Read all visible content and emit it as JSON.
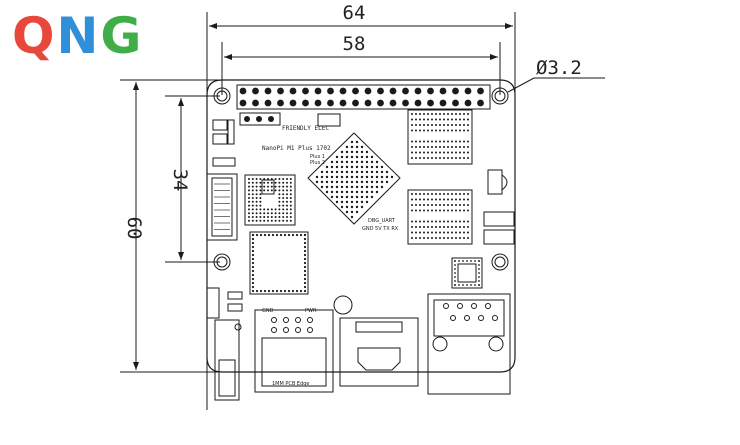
{
  "logo": {
    "q": "Q",
    "n": "N",
    "g": "G",
    "colors": {
      "q": "#e8483b",
      "n": "#2f8fd8",
      "g": "#3fae49"
    }
  },
  "dimensions": {
    "board_width": "64",
    "hole_span": "58",
    "hole_diameter": "Ø3.2",
    "board_height": "60",
    "hole_height": "34"
  },
  "silkscreen": {
    "board_name": "NanoPi M1 Plus 1702",
    "brand": "FRIENDLY ELEC",
    "debug_uart": "DBG_UART",
    "uart_pins": "GND 5V TX RX",
    "pcb_edge": "1MM PCB Edge",
    "gnd_label": "GND",
    "pwr_label": "PWR",
    "plus1": "Plus 1",
    "plus2": "Plus 2"
  },
  "colors": {
    "line": "#1a1a1a",
    "background": "#ffffff"
  }
}
